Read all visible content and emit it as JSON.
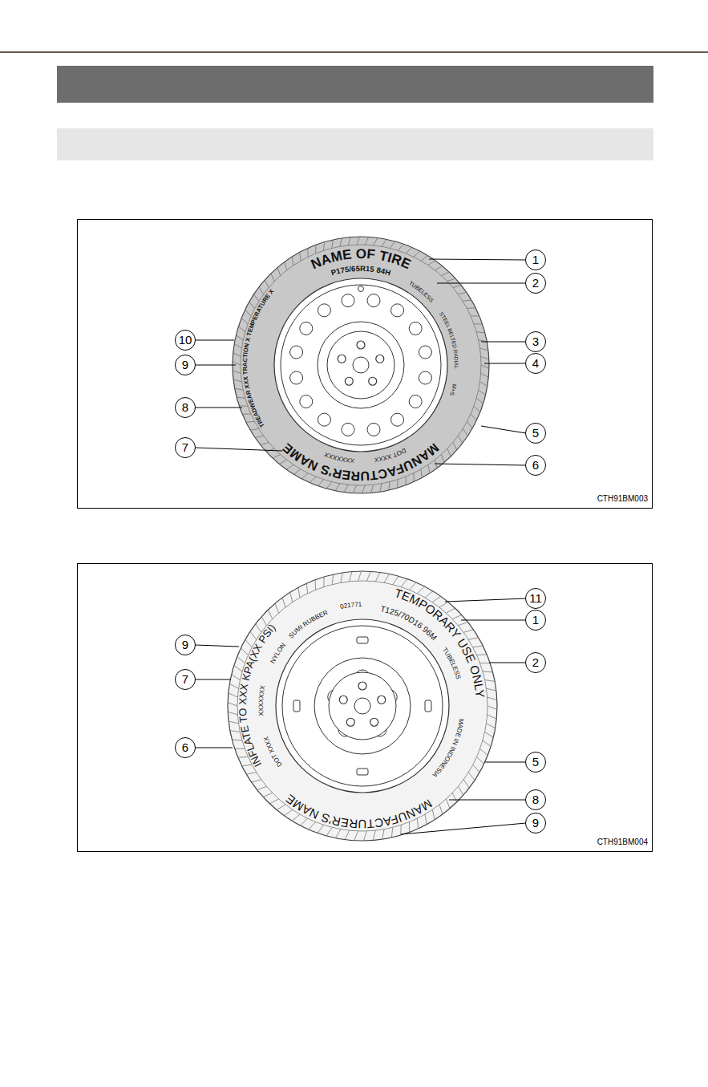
{
  "diagram": {
    "labels": [
      "NAME OF TIRE",
      "P175/65R15 84H",
      "TUBELESS",
      "STEEL BELTED RADIAL",
      "M+S",
      "TREADWEAR XXX TRACTION X TEMPERATURE X",
      "DOT XXXX",
      "XXXXXXX",
      "MANUFACTURER'S NAME",
      "1",
      "2",
      "3",
      "4",
      "5",
      "6",
      "10",
      "9",
      "8",
      "7",
      "CTH91BM003",
      "TEMPORARY USE ONLY",
      "021771",
      "T125/70D16 96M",
      "TUBELESS",
      "NYLON",
      "SUMI RUBBER",
      "INFLATE TO XXX KPA(XX PSI)",
      "DOT XXXX",
      "XXXXXXX",
      "MADE IN INDONESIA",
      "MANUFACTURER'S NAME",
      "11",
      "1",
      "2",
      "5",
      "8",
      "9",
      "9",
      "7",
      "6",
      "CTH91BM004"
    ]
  }
}
